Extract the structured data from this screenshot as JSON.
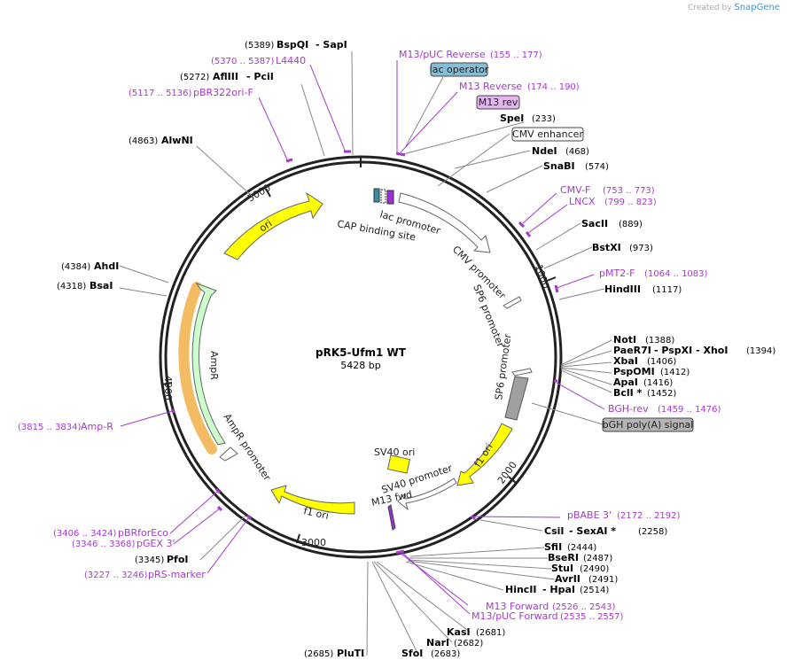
{
  "brand": {
    "prefix": "Created by",
    "name": "SnapGene"
  },
  "plasmid": {
    "name": "pRK5-Ufm1 WT",
    "size": "5428 bp"
  },
  "ticks": [
    "1000",
    "2000",
    "3000",
    "4000",
    "5000"
  ],
  "features": [
    {
      "name": "lac operator",
      "type": "box"
    },
    {
      "name": "M13 rev",
      "type": "box"
    },
    {
      "name": "CMV enhancer",
      "type": "box"
    },
    {
      "name": "bGH poly(A) signal",
      "type": "box"
    },
    {
      "name": "lac promoter",
      "type": "arc"
    },
    {
      "name": "CAP binding site",
      "type": "arc"
    },
    {
      "name": "CMV promoter",
      "type": "arc"
    },
    {
      "name": "SP6 promoter",
      "type": "arc"
    },
    {
      "name": "SP6 promoter",
      "type": "arc"
    },
    {
      "name": "f1 ori",
      "type": "arc"
    },
    {
      "name": "SV40 ori",
      "type": "arc"
    },
    {
      "name": "SV40 promoter",
      "type": "arc"
    },
    {
      "name": "M13 fwd",
      "type": "arc"
    },
    {
      "name": "f1 ori",
      "type": "arc"
    },
    {
      "name": "AmpR promoter",
      "type": "arc"
    },
    {
      "name": "AmpR",
      "type": "arc"
    },
    {
      "name": "ori",
      "type": "arc"
    }
  ],
  "enzymes": [
    {
      "pos": "(5389)",
      "name": "BspQI",
      "extra": "- SapI"
    },
    {
      "pos": "(5272)",
      "name": "AflIII",
      "extra": "- PciI"
    },
    {
      "pos": "(4863)",
      "name": "AlwNI",
      "extra": ""
    },
    {
      "pos": "(4384)",
      "name": "AhdI",
      "extra": ""
    },
    {
      "pos": "(4318)",
      "name": "BsaI",
      "extra": ""
    },
    {
      "pos": "(3345)",
      "name": "PfoI",
      "extra": ""
    },
    {
      "pos": "(2685)",
      "name": "PluTI",
      "extra": ""
    },
    {
      "pos": "(2683)",
      "name": "SfoI",
      "extra": ""
    },
    {
      "pos": "(2682)",
      "name": "NarI",
      "extra": ""
    },
    {
      "pos": "(2681)",
      "name": "KasI",
      "extra": ""
    },
    {
      "pos": "(233)",
      "name": "SpeI",
      "extra": ""
    },
    {
      "pos": "(468)",
      "name": "NdeI",
      "extra": ""
    },
    {
      "pos": "(574)",
      "name": "SnaBI",
      "extra": ""
    },
    {
      "pos": "(889)",
      "name": "SacII",
      "extra": ""
    },
    {
      "pos": "(973)",
      "name": "BstXI",
      "extra": ""
    },
    {
      "pos": "(1117)",
      "name": "HindIII",
      "extra": ""
    },
    {
      "pos": "(1388)",
      "name": "NotI",
      "extra": ""
    },
    {
      "pos": "(1394)",
      "name": "PaeR7I",
      "extra": "- PspXI - XhoI"
    },
    {
      "pos": "(1406)",
      "name": "XbaI",
      "extra": ""
    },
    {
      "pos": "(1412)",
      "name": "PspOMI",
      "extra": ""
    },
    {
      "pos": "(1416)",
      "name": "ApaI",
      "extra": ""
    },
    {
      "pos": "(1452)",
      "name": "BclI *",
      "extra": ""
    },
    {
      "pos": "(2258)",
      "name": "CsiI",
      "extra": "- SexAI *"
    },
    {
      "pos": "(2444)",
      "name": "SfiI",
      "extra": ""
    },
    {
      "pos": "(2487)",
      "name": "BseRI",
      "extra": ""
    },
    {
      "pos": "(2490)",
      "name": "StuI",
      "extra": ""
    },
    {
      "pos": "(2491)",
      "name": "AvrII",
      "extra": ""
    },
    {
      "pos": "(2514)",
      "name": "HincII",
      "extra": "- HpaI"
    }
  ],
  "primers": [
    {
      "name": "M13/pUC Reverse",
      "range": "(155 .. 177)"
    },
    {
      "name": "M13 Reverse",
      "range": "(174 .. 190)"
    },
    {
      "name": "L4440",
      "range": "(5370 .. 5387)"
    },
    {
      "name": "pBR322ori-F",
      "range": "(5117 .. 5136)"
    },
    {
      "name": "CMV-F",
      "range": "(753 .. 773)"
    },
    {
      "name": "LNCX",
      "range": "(799 .. 823)"
    },
    {
      "name": "pMT2-F",
      "range": "(1064 .. 1083)"
    },
    {
      "name": "BGH-rev",
      "range": "(1459 .. 1476)"
    },
    {
      "name": "pBABE 3'",
      "range": "(2172 .. 2192)"
    },
    {
      "name": "M13 Forward",
      "range": "(2526 .. 2543)"
    },
    {
      "name": "M13/pUC Forward",
      "range": "(2535 .. 2557)"
    },
    {
      "name": "Amp-R",
      "range": "(3815 .. 3834)"
    },
    {
      "name": "pBRforEco",
      "range": "(3406 .. 3424)"
    },
    {
      "name": "pGEX 3'",
      "range": "(3346 .. 3368)"
    },
    {
      "name": "pRS-marker",
      "range": "(3227 .. 3246)"
    }
  ],
  "colors": {
    "ori": "#ffff00",
    "f1ori": "#ffff00",
    "ampr": "#ccffcc",
    "sv40ori": "#ffff00",
    "polyA": "#a0a0a0",
    "lacOp": "#6db0c8",
    "m13rev": "#e4b4f0",
    "primer": "#a43acc",
    "backbone": "#222222"
  }
}
